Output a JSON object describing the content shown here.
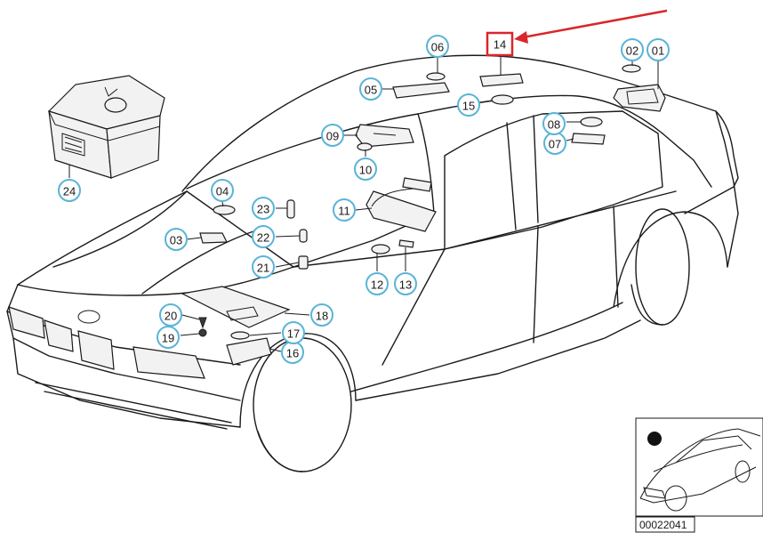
{
  "diagram": {
    "highlight_color": "#d9262b",
    "callout_border_color": "#5ab4d6",
    "highlighted_callout": "14",
    "callouts": [
      "01",
      "02",
      "03",
      "04",
      "05",
      "06",
      "07",
      "08",
      "09",
      "10",
      "11",
      "12",
      "13",
      "14",
      "15",
      "16",
      "17",
      "18",
      "19",
      "20",
      "21",
      "22",
      "23",
      "24"
    ],
    "reference_number": "00022041"
  }
}
